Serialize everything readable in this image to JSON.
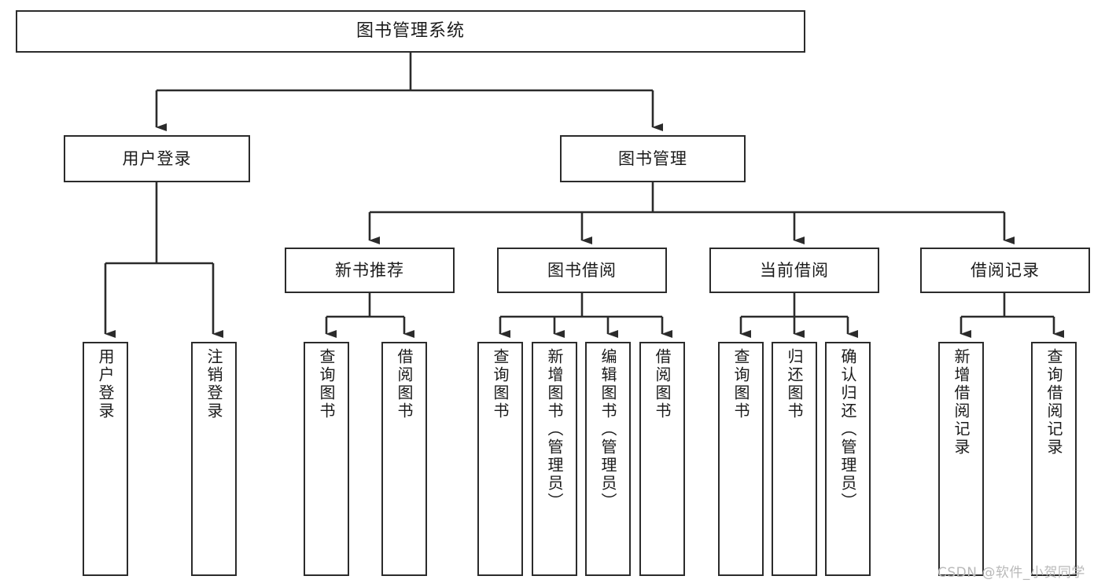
{
  "diagram": {
    "title": "图书管理系统",
    "type": "tree-hierarchy-diagram",
    "colors": {
      "node_border": "#2b2b2b",
      "node_fill": "#ffffff",
      "edge": "#2b2b2b",
      "text": "#1b1b1b",
      "watermark": "#b9b9b9",
      "background": "#ffffff"
    }
  },
  "nodes": {
    "root": {
      "label": "图书管理系统"
    },
    "level2": [
      {
        "label": "用户登录"
      },
      {
        "label": "图书管理"
      }
    ],
    "level3": [
      {
        "label": "新书推荐"
      },
      {
        "label": "图书借阅"
      },
      {
        "label": "当前借阅"
      },
      {
        "label": "借阅记录"
      }
    ],
    "leaves": {
      "user_login": [
        {
          "label": "用户登录"
        },
        {
          "label": "注销登录"
        }
      ],
      "new_book_recommend": [
        {
          "label": "查询图书"
        },
        {
          "label": "借阅图书"
        }
      ],
      "book_borrow": [
        {
          "label": "查询图书"
        },
        {
          "label": "新增图书（管理员）"
        },
        {
          "label": "编辑图书（管理员）"
        },
        {
          "label": "借阅图书"
        }
      ],
      "current_borrow": [
        {
          "label": "查询图书"
        },
        {
          "label": "归还图书"
        },
        {
          "label": "确认归还（管理员）"
        }
      ],
      "borrow_record": [
        {
          "label": "新增借阅记录"
        },
        {
          "label": "查询借阅记录"
        }
      ]
    }
  },
  "watermark": {
    "text": "CSDN @软件_小贺同学"
  }
}
